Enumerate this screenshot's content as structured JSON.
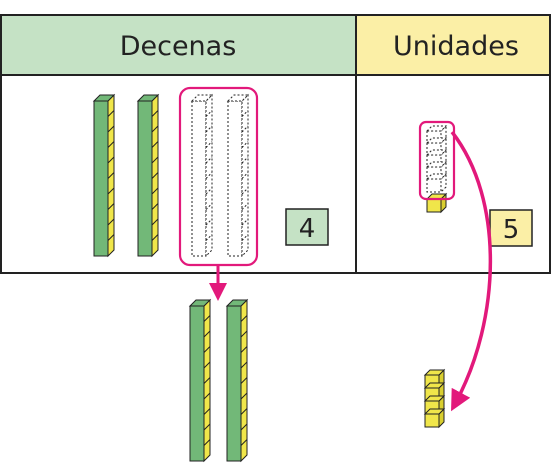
{
  "table": {
    "tens_header": "Decenas",
    "units_header": "Unidades",
    "tens_count": "4",
    "units_count": "5"
  },
  "colors": {
    "tens_header_bg": "#c5e2c5",
    "units_header_bg": "#fbefa6",
    "tens_count_bg": "#c5e2c5",
    "units_count_bg": "#fbefa6",
    "rod_green": "#72b878",
    "rod_yellow": "#f0e64a",
    "highlight_arrow": "#e2197b"
  },
  "blocks": {
    "tens_rods_remaining": 2,
    "tens_rods_removed": 2,
    "units_cubes_removed": 5,
    "units_cube_remaining": 1,
    "tens_rods_moved_below": 2,
    "units_cubes_moved_below": 4
  }
}
